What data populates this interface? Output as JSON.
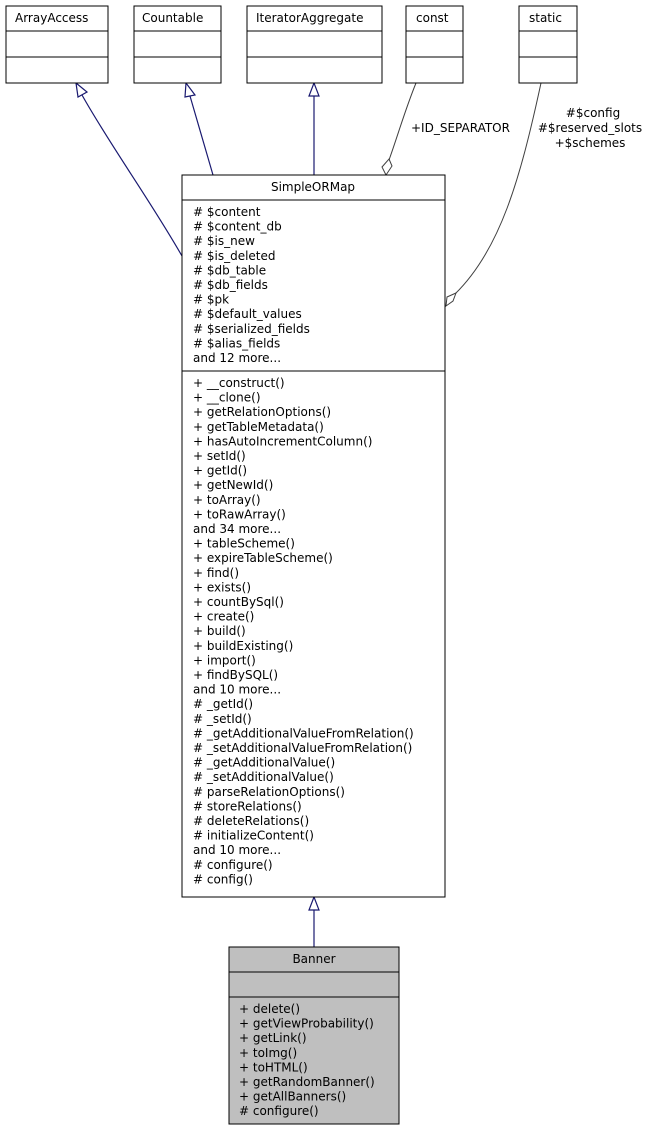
{
  "diagram": {
    "interfaces": [
      {
        "name": "ArrayAccess"
      },
      {
        "name": "Countable"
      },
      {
        "name": "IteratorAggregate"
      },
      {
        "name": "const"
      },
      {
        "name": "static"
      }
    ],
    "simpleormap": {
      "name": "SimpleORMap",
      "attributes": [
        "# $content",
        "# $content_db",
        "# $is_new",
        "# $is_deleted",
        "# $db_table",
        "# $db_fields",
        "# $pk",
        "# $default_values",
        "# $serialized_fields",
        "# $alias_fields",
        "and 12 more..."
      ],
      "methods": [
        "+ __construct()",
        "+ __clone()",
        "+ getRelationOptions()",
        "+ getTableMetadata()",
        "+ hasAutoIncrementColumn()",
        "+ setId()",
        "+ getId()",
        "+ getNewId()",
        "+ toArray()",
        "+ toRawArray()",
        "and 34 more...",
        "+ tableScheme()",
        "+ expireTableScheme()",
        "+ find()",
        "+ exists()",
        "+ countBySql()",
        "+ create()",
        "+ build()",
        "+ buildExisting()",
        "+ import()",
        "+ findBySQL()",
        "and 10 more...",
        "# _getId()",
        "# _setId()",
        "# _getAdditionalValueFromRelation()",
        "# _setAdditionalValueFromRelation()",
        "# _getAdditionalValue()",
        "# _setAdditionalValue()",
        "# parseRelationOptions()",
        "# storeRelations()",
        "# deleteRelations()",
        "# initializeContent()",
        "and 10 more...",
        "# configure()",
        "# config()"
      ]
    },
    "banner": {
      "name": "Banner",
      "methods": [
        "+ delete()",
        "+ getViewProbability()",
        "+ getLink()",
        "+ toImg()",
        "+ toHTML()",
        "+ getRandomBanner()",
        "+ getAllBanners()",
        "# configure()"
      ]
    },
    "edge_labels": {
      "const_edge": [
        "+ID_SEPARATOR"
      ],
      "static_edge": [
        "#$config",
        "#$reserved_slots",
        "+$schemes"
      ]
    },
    "colors": {
      "inheritance_edge": "#191970",
      "usage_edge": "#404040",
      "highlight_fill": "#bfbfbf",
      "box_stroke": "#000000"
    }
  }
}
